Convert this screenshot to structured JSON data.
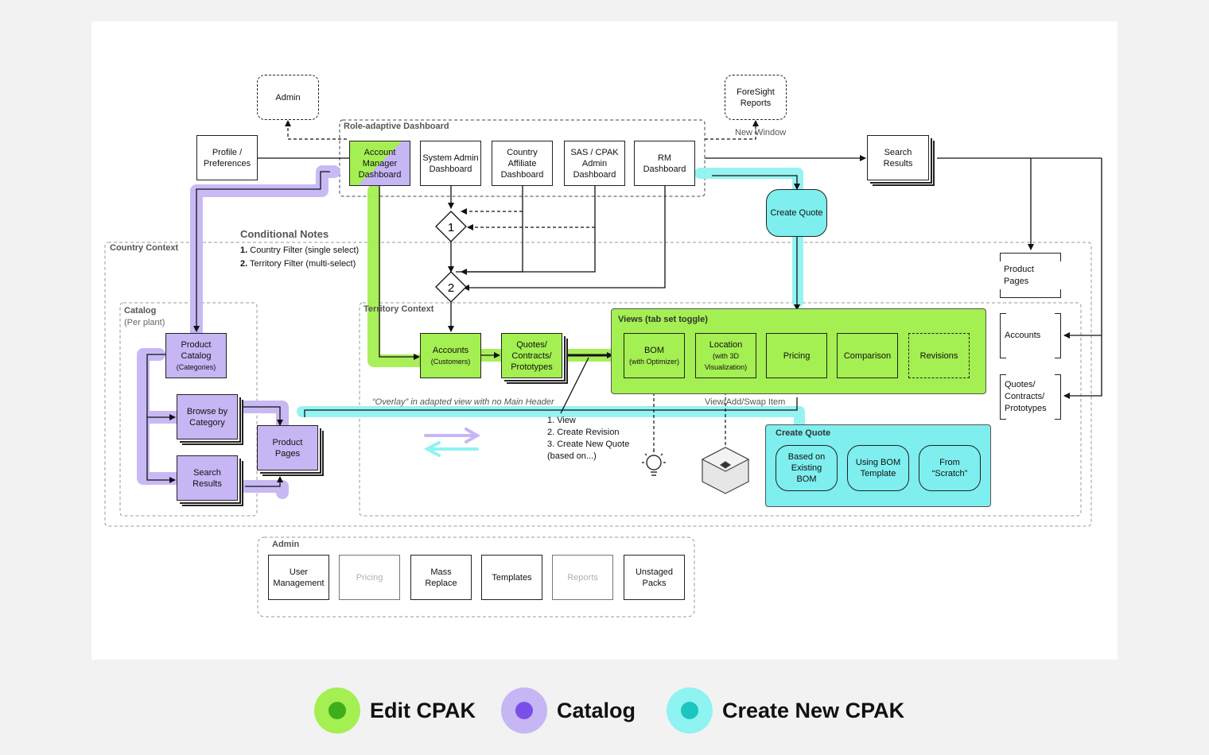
{
  "diagram": {
    "top": {
      "admin": "Admin",
      "foresight": "ForeSight Reports",
      "new_window": "New Window",
      "profile": "Profile / Preferences",
      "role_dashboard_title": "Role-adaptive Dashboard",
      "dashboards": [
        "Account Manager Dashboard",
        "System Admin Dashboard",
        "Country Affiliate Dashboard",
        "SAS / CPAK Admin Dashboard",
        "RM Dashboard"
      ],
      "search_results": "Search Results",
      "create_quote": "Create Quote",
      "product_pages": "Product Pages",
      "accounts": "Accounts",
      "quotes": "Quotes/ Contracts/ Prototypes"
    },
    "notes": {
      "title": "Conditional Notes",
      "note1_num": "1.",
      "note1": "Country Filter (single select)",
      "note2_num": "2.",
      "note2": "Territory Filter (multi-select)",
      "decision1": "1",
      "decision2": "2"
    },
    "country_context": "Country Context",
    "catalog": {
      "title": "Catalog",
      "subtitle": "(Per plant)",
      "product_catalog": "Product Catalog",
      "product_catalog_sub": "(Categories)",
      "browse": "Browse by Category",
      "product_pages": "Product Pages",
      "search_results": "Search Results"
    },
    "territory": {
      "title": "Territory Context",
      "accounts": "Accounts",
      "accounts_sub": "(Customers)",
      "quotes": "Quotes/ Contracts/ Prototypes",
      "views_title": "Views (tab set toggle)",
      "bom": "BOM",
      "bom_sub": "(with Optimizer)",
      "location": "Location",
      "location_sub": "(with 3D Visualization)",
      "pricing": "Pricing",
      "comparison": "Comparison",
      "revisions": "Revisions",
      "overlay_note": "“Overlay” in adapted view with no Main Header",
      "view_add_swap": "View/Add/Swap Item",
      "actions": [
        "1. View",
        "2. Create Revision",
        "3. Create New Quote",
        "(based on...)"
      ],
      "create_quote_title": "Create Quote",
      "create_options": [
        "Based on Existing BOM",
        "Using BOM Template",
        "From “Scratch”"
      ]
    },
    "admin_section": {
      "title": "Admin",
      "items": [
        "User Management",
        "Pricing",
        "Mass Replace",
        "Templates",
        "Reports",
        "Unstaged Packs"
      ]
    }
  },
  "legend": [
    {
      "label": "Edit CPAK",
      "color": "#a4ef52",
      "dot": "#3fae1a"
    },
    {
      "label": "Catalog",
      "color": "#c6b6f4",
      "dot": "#7a4fe8"
    },
    {
      "label": "Create New CPAK",
      "color": "#8ef3f1",
      "dot": "#1bc5c0"
    }
  ],
  "colors": {
    "edit_cpak": "#a4ef52",
    "catalog": "#c6b6f4",
    "create_new_cpak": "#7eeeee"
  }
}
